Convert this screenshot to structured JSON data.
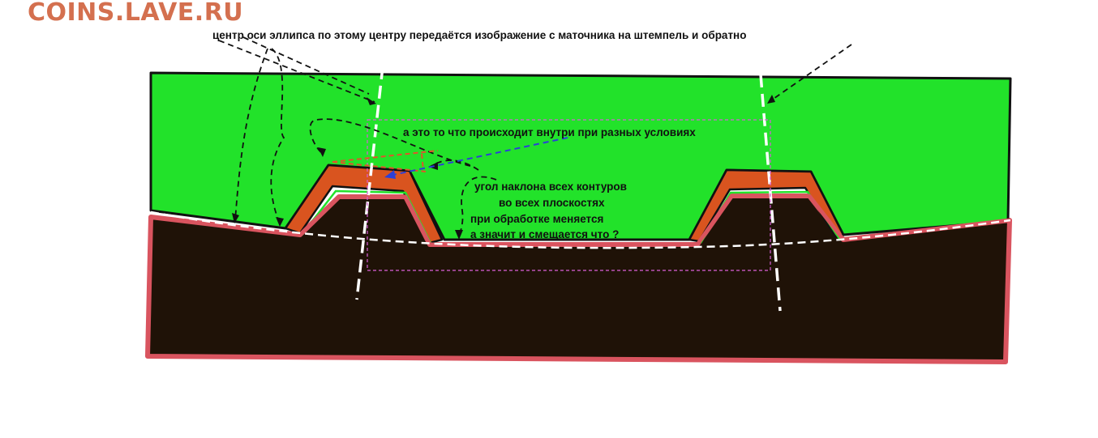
{
  "watermark": "COINS.LAVE.RU",
  "labels": {
    "axis_center": "центр оси эллипса по этому центру передаётся изображение с маточника на штемпель и обратно",
    "inside": "а это то что происходит внутри при разных условиях",
    "angle_line1": "угол наклона всех контуров",
    "angle_line2": "во всех плоскостях",
    "angle_line3": "при обработке меняется",
    "angle_line4": "а значит и смещается что ?"
  },
  "colors": {
    "upper_die": "#22e22a",
    "lower_die": "#1f1207",
    "contour_red": "#d9541f",
    "outline_pink": "#d9545f",
    "guide_blue": "#2b40d8",
    "frame_magenta": "#d95fd9",
    "watermark": "#d4704f"
  }
}
